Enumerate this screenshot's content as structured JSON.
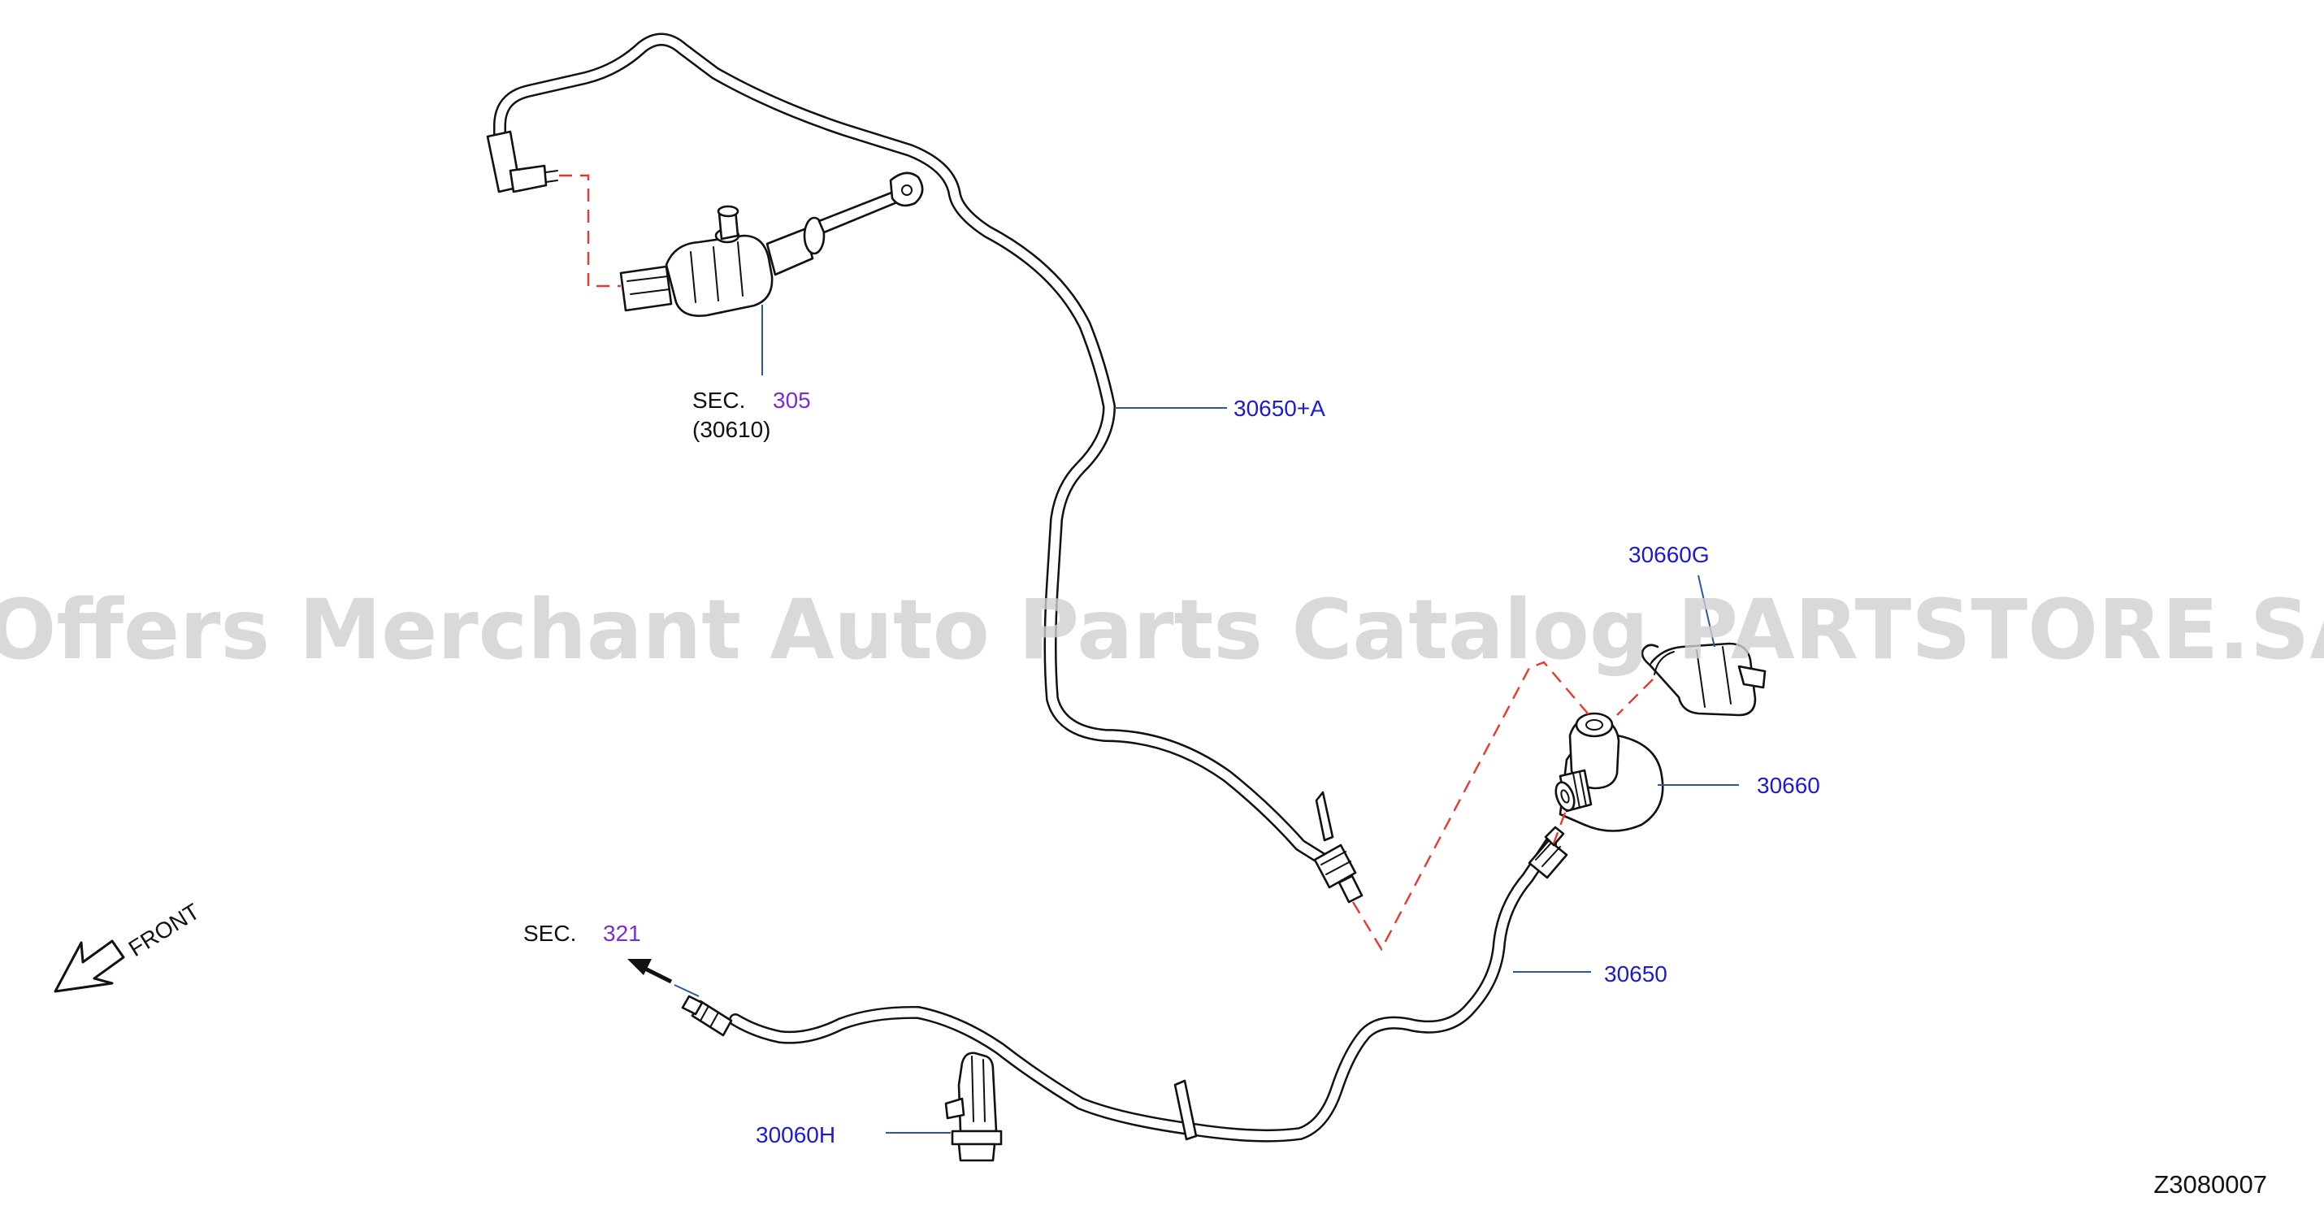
{
  "diagram": {
    "watermark": "Offers Merchant Auto Parts Catalog PARTSTORE.SA",
    "diagram_code": "Z3080007",
    "front_label": "FRONT",
    "labels": {
      "sec_305_prefix": "SEC.",
      "sec_305_num": "305",
      "sec_305_part": "(30610)",
      "pipe_upper": "30650+A",
      "clip_g": "30660G",
      "bracket": "30660",
      "pipe_lower": "30650",
      "sec_321_prefix": "SEC.",
      "sec_321_num": "321",
      "clip_h": "30060H"
    },
    "colors": {
      "label_blue": "#1b1bd6",
      "section_purple": "#7a2ed6",
      "leader_blue": "#2a57a8",
      "dash_red": "#e8382f",
      "watermark_gray": "#d0d0d0"
    }
  }
}
